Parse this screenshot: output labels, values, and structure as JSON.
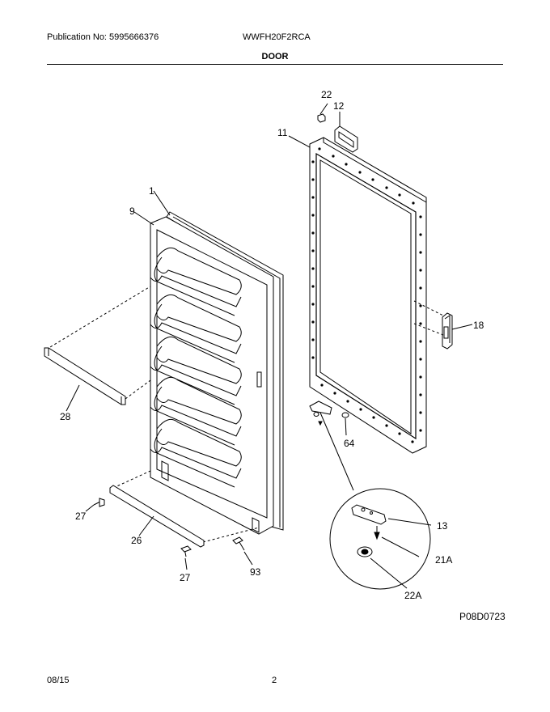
{
  "header": {
    "publication": "Publication No: 5995666376",
    "model": "WWFH20F2RCA",
    "section_title": "DOOR"
  },
  "parts": {
    "p22": "22",
    "p12": "12",
    "p11": "11",
    "p1": "1",
    "p9": "9",
    "p18": "18",
    "p28": "28",
    "p64": "64",
    "p13": "13",
    "p21a": "21A",
    "p22a": "22A",
    "p27a": "27",
    "p26": "26",
    "p27b": "27",
    "p93": "93"
  },
  "diagram_code": "P08D0723",
  "footer": {
    "date": "08/15",
    "page": "2"
  }
}
